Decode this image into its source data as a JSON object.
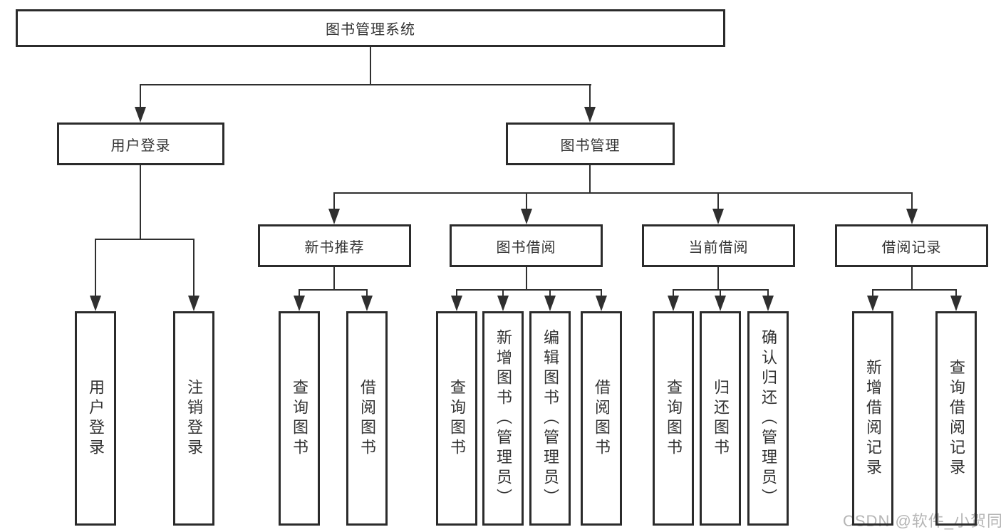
{
  "diagram": {
    "title": "图书管理系统",
    "nodes": {
      "root": "图书管理系统",
      "user_login": "用户登录",
      "book_management": "图书管理",
      "new_book_recommend": "新书推荐",
      "book_borrow": "图书借阅",
      "current_borrow": "当前借阅",
      "borrow_record": "借阅记录",
      "leaf_user_login": "用户登录",
      "leaf_logout": "注销登录",
      "leaf_nb_query": "查询图书",
      "leaf_nb_borrow": "借阅图书",
      "leaf_bb_query": "查询图书",
      "leaf_bb_add": "新增图书（管理员）",
      "leaf_bb_edit": "编辑图书（管理员）",
      "leaf_bb_borrow": "借阅图书",
      "leaf_cb_query": "查询图书",
      "leaf_cb_return": "归还图书",
      "leaf_cb_confirm": "确认归还（管理员）",
      "leaf_br_add": "新增借阅记录",
      "leaf_br_query": "查询借阅记录"
    },
    "hierarchy": {
      "label": "图书管理系统",
      "children": [
        {
          "label": "用户登录",
          "children": [
            {
              "label": "用户登录"
            },
            {
              "label": "注销登录"
            }
          ]
        },
        {
          "label": "图书管理",
          "children": [
            {
              "label": "新书推荐",
              "children": [
                {
                  "label": "查询图书"
                },
                {
                  "label": "借阅图书"
                }
              ]
            },
            {
              "label": "图书借阅",
              "children": [
                {
                  "label": "查询图书"
                },
                {
                  "label": "新增图书（管理员）"
                },
                {
                  "label": "编辑图书（管理员）"
                },
                {
                  "label": "借阅图书"
                }
              ]
            },
            {
              "label": "当前借阅",
              "children": [
                {
                  "label": "查询图书"
                },
                {
                  "label": "归还图书"
                },
                {
                  "label": "确认归还（管理员）"
                }
              ]
            },
            {
              "label": "借阅记录",
              "children": [
                {
                  "label": "新增借阅记录"
                },
                {
                  "label": "查询借阅记录"
                }
              ]
            }
          ]
        }
      ]
    },
    "colors": {
      "line": "#2f2f2f",
      "border": "#2b2b2b",
      "text": "#333333",
      "background": "#ffffff",
      "watermark": "#b5b5b5"
    }
  },
  "watermark": {
    "text": "CSDN @软件_小贺同学"
  }
}
